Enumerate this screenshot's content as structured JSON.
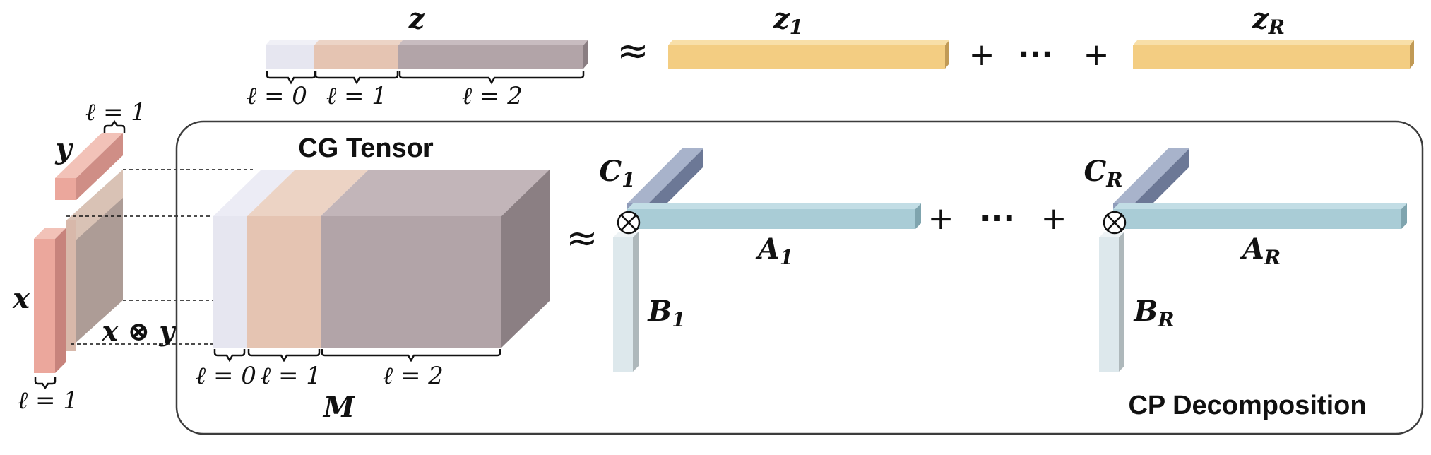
{
  "output_vector": {
    "label": "z",
    "segments": [
      "ℓ = 0",
      "ℓ = 1",
      "ℓ = 2"
    ]
  },
  "approx_symbol": "≈",
  "plus": "+",
  "ellipsis": "···",
  "rank_vectors": [
    {
      "label": "z",
      "sub": "1"
    },
    {
      "label": "z",
      "sub": "R"
    }
  ],
  "inputs": {
    "y_label": "y",
    "y_degree": "ℓ = 1",
    "x_label": "x",
    "x_degree": "ℓ = 1",
    "outer_product": "x ⊗ y"
  },
  "cg_tensor": {
    "title": "CG Tensor",
    "segments": [
      "ℓ = 0",
      "ℓ = 1",
      "ℓ = 2"
    ],
    "label": "M"
  },
  "cp": {
    "title": "CP Decomposition",
    "tensor_product_symbol": "⊗",
    "terms": [
      {
        "a": "A",
        "b": "B",
        "c": "C",
        "sub": "1"
      },
      {
        "a": "A",
        "b": "B",
        "c": "C",
        "sub": "R"
      }
    ]
  },
  "colors": {
    "seg0": "#e6e6f0",
    "seg1": "#e5c4b2",
    "seg2": "#b2a4a8",
    "gold": "#f3cd82",
    "salmon": "#eba79c",
    "factor_a": "#a9ccd6",
    "factor_b": "#dde8ec",
    "factor_c": "#8f9cba"
  }
}
